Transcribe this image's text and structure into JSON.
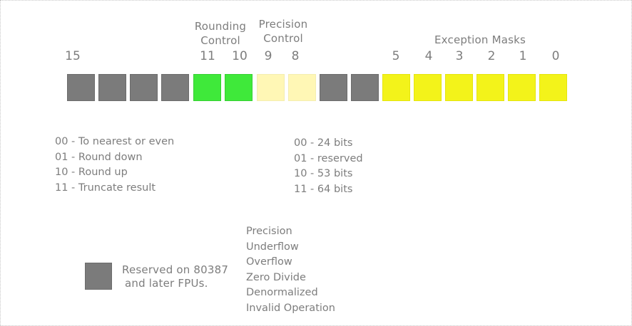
{
  "headers": {
    "rounding_line1": "Rounding",
    "rounding_line2": "Control",
    "precision_line1": "Precision",
    "precision_line2": "Control",
    "exceptions": "Exception Masks"
  },
  "bit_numbers": [
    "15",
    "11",
    "10",
    "9",
    "8",
    "5",
    "4",
    "3",
    "2",
    "1",
    "0"
  ],
  "bits": [
    {
      "kind": "reserved",
      "color": "#7b7b7b"
    },
    {
      "kind": "reserved",
      "color": "#7b7b7b"
    },
    {
      "kind": "reserved",
      "color": "#7b7b7b"
    },
    {
      "kind": "reserved",
      "color": "#7b7b7b"
    },
    {
      "kind": "rounding-control",
      "color": "#3fe93a"
    },
    {
      "kind": "rounding-control",
      "color": "#3fe93a"
    },
    {
      "kind": "precision-control",
      "color": "#fff7b5"
    },
    {
      "kind": "precision-control",
      "color": "#fff7b5"
    },
    {
      "kind": "reserved",
      "color": "#7b7b7b"
    },
    {
      "kind": "reserved",
      "color": "#7b7b7b"
    },
    {
      "kind": "exception-mask",
      "color": "#f3f31a"
    },
    {
      "kind": "exception-mask",
      "color": "#f3f31a"
    },
    {
      "kind": "exception-mask",
      "color": "#f3f31a"
    },
    {
      "kind": "exception-mask",
      "color": "#f3f31a"
    },
    {
      "kind": "exception-mask",
      "color": "#f3f31a"
    },
    {
      "kind": "exception-mask",
      "color": "#f3f31a"
    }
  ],
  "rounding_options": [
    "00 - To nearest or even",
    "01 - Round down",
    "10 - Round up",
    "11 - Truncate result"
  ],
  "precision_options": [
    "00 - 24 bits",
    "01 - reserved",
    "10 - 53 bits",
    "11 - 64 bits"
  ],
  "legend": {
    "line1": "Reserved on 80387",
    "line2": "and later FPUs."
  },
  "exception_names": [
    "Precision",
    "Underflow",
    "Overflow",
    "Zero Divide",
    "Denormalized",
    "Invalid Operation"
  ]
}
